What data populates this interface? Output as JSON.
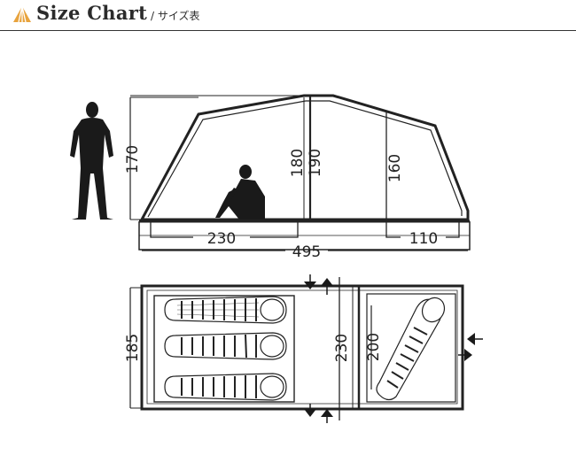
{
  "header": {
    "title": "Size Chart",
    "subtitle": "/ サイズ表",
    "logo_icon": "tent-logo-icon",
    "accent_color": "#e8a33d"
  },
  "side_view": {
    "person_height": "170",
    "front_height": "180",
    "rear_height": "190",
    "vestibule_height": "160",
    "front_length": "230",
    "rear_length": "110",
    "total_length": "495"
  },
  "floor_plan": {
    "inner_width": "185",
    "middle_width": "230",
    "vestibule_depth": "200"
  }
}
